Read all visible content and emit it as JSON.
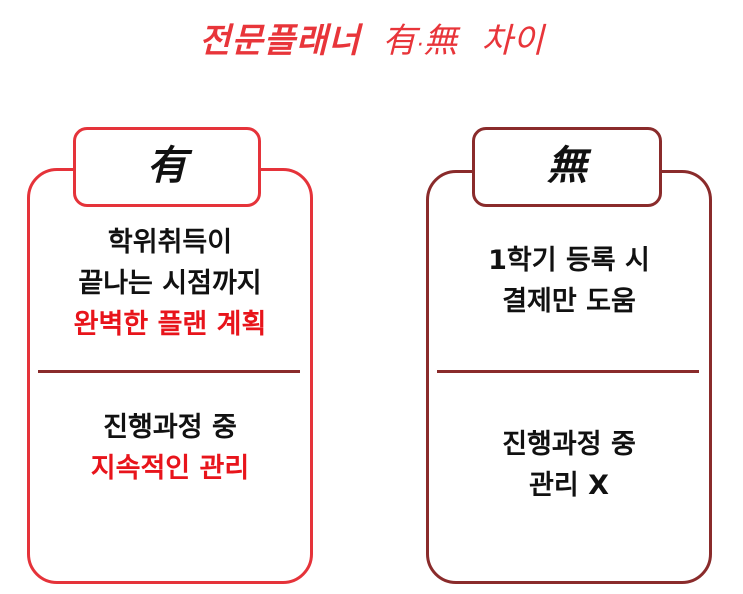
{
  "title": {
    "main": "전문플래너",
    "have": "有",
    "dot": "·",
    "none": "無",
    "diff": "차이"
  },
  "left_card": {
    "tab": "有",
    "top_lines": [
      "학위취득이",
      "끝나는 시점까지"
    ],
    "top_highlight": "완벽한 플랜 계획",
    "bottom_line": "진행과정 중",
    "bottom_highlight": "지속적인 관리"
  },
  "right_card": {
    "tab": "無",
    "top_lines": [
      "1학기 등록 시",
      "결제만 도움"
    ],
    "bottom_lines": [
      "진행과정 중",
      "관리 X"
    ]
  },
  "colors": {
    "accent_red": "#e8141b",
    "border_red": "#e5333a",
    "divider_dark_red": "#8a2b2b"
  }
}
